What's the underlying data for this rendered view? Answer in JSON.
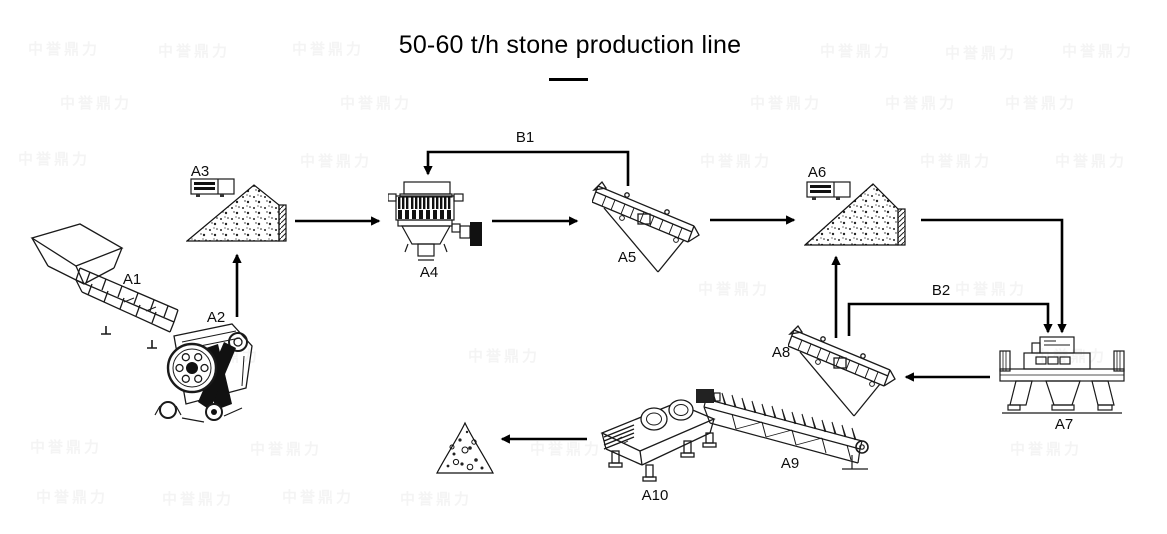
{
  "title": {
    "text": "50-60 t/h stone production line"
  },
  "watermark": "中誉鼎力",
  "equipment_labels": {
    "a1": "A1",
    "a2": "A2",
    "a3": "A3",
    "a4": "A4",
    "a5": "A5",
    "a6": "A6",
    "a7": "A7",
    "a8": "A8",
    "a9": "A9",
    "a10": "A10"
  },
  "flow_labels": {
    "b1": "B1",
    "b2": "B2"
  },
  "colors": {
    "line": "#000000",
    "drawing": "#1a1a1a",
    "background": "#ffffff"
  }
}
